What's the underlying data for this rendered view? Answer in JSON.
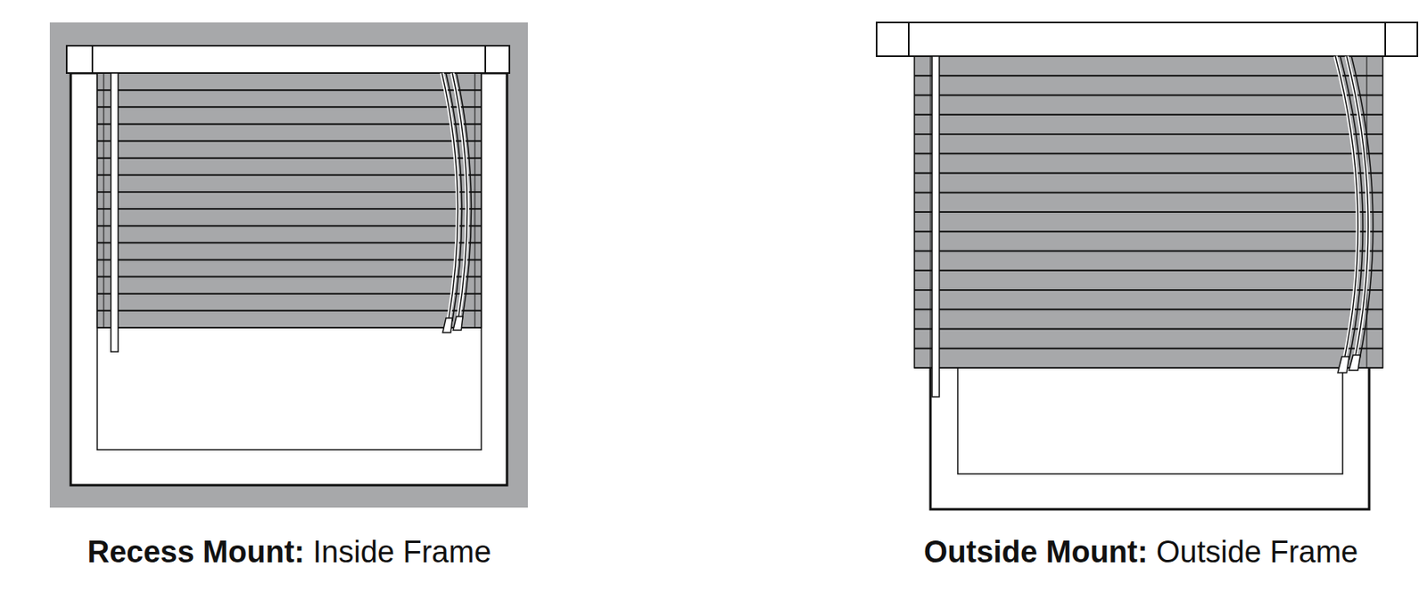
{
  "diagram": {
    "labels": [
      "Recess Mount:",
      "Inside Frame",
      "Outside Mount:",
      "Outside Frame"
    ]
  }
}
